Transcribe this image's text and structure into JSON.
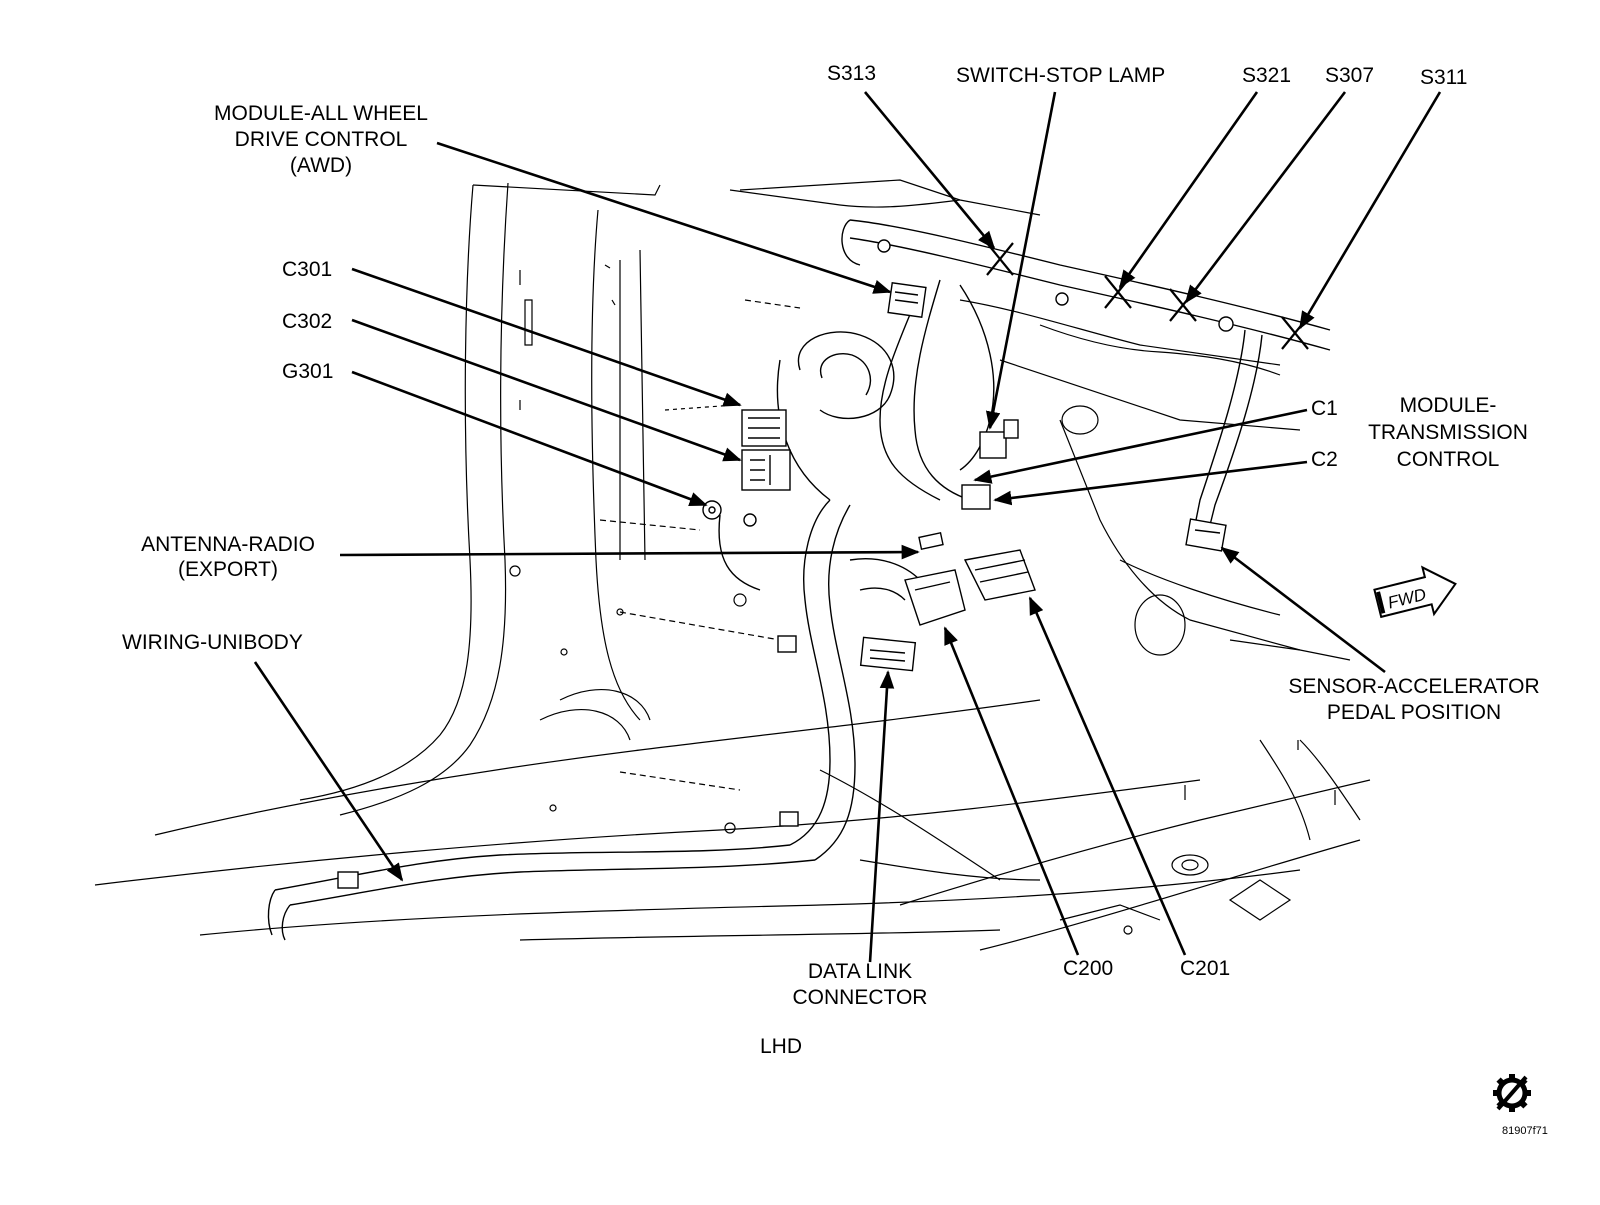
{
  "labels": {
    "s313": "S313",
    "switch_stop_lamp": "SWITCH-STOP LAMP",
    "s321": "S321",
    "s307": "S307",
    "s311": "S311",
    "awd_line1": "MODULE-ALL WHEEL",
    "awd_line2": "DRIVE CONTROL",
    "awd_line3": "(AWD)",
    "c301": "C301",
    "c302": "C302",
    "g301": "G301",
    "c1": "C1",
    "c2": "C2",
    "tcm_line1": "MODULE-",
    "tcm_line2": "TRANSMISSION",
    "tcm_line3": "CONTROL",
    "antenna_line1": "ANTENNA-RADIO",
    "antenna_line2": "(EXPORT)",
    "wiring_unibody": "WIRING-UNIBODY",
    "fwd": "FWD",
    "app_line1": "SENSOR-ACCELERATOR",
    "app_line2": "PEDAL POSITION",
    "dlc_line1": "DATA LINK",
    "dlc_line2": "CONNECTOR",
    "c200": "C200",
    "c201": "C201",
    "lhd": "LHD",
    "figure_code": "81907f71"
  },
  "icons": {
    "brand_mark": "gear-slash-icon",
    "forward_arrow": "fwd-arrow-icon"
  }
}
